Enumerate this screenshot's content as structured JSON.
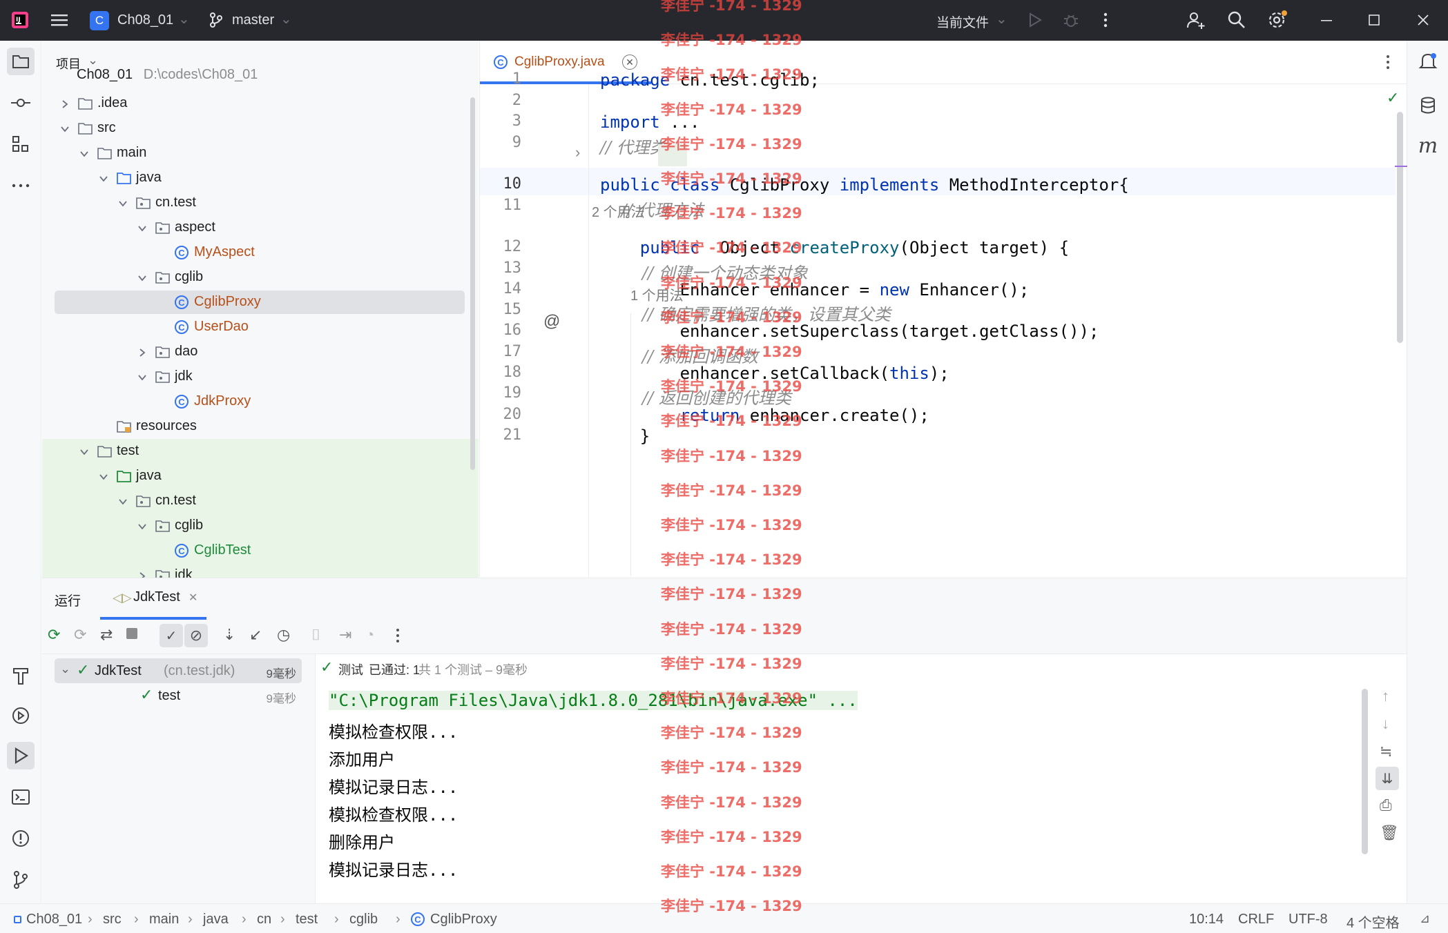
{
  "titlebar": {
    "project_name": "Ch08_01",
    "project_badge": "C",
    "branch": "master",
    "run_config": "当前文件"
  },
  "project_panel": {
    "title": "项目",
    "root_label": "Ch08_01",
    "root_path": "D:\\codes\\Ch08_01",
    "items": [
      {
        "label": ".idea",
        "level": 1,
        "kind": "folder",
        "expanded": false
      },
      {
        "label": "src",
        "level": 1,
        "kind": "folder",
        "expanded": true
      },
      {
        "label": "main",
        "level": 2,
        "kind": "folder",
        "expanded": true
      },
      {
        "label": "java",
        "level": 3,
        "kind": "source-folder",
        "expanded": true
      },
      {
        "label": "cn.test",
        "level": 4,
        "kind": "package",
        "expanded": true
      },
      {
        "label": "aspect",
        "level": 5,
        "kind": "package",
        "expanded": true
      },
      {
        "label": "MyAspect",
        "level": 6,
        "kind": "class"
      },
      {
        "label": "cglib",
        "level": 5,
        "kind": "package",
        "expanded": true
      },
      {
        "label": "CglibProxy",
        "level": 6,
        "kind": "class",
        "selected": true
      },
      {
        "label": "UserDao",
        "level": 6,
        "kind": "class"
      },
      {
        "label": "dao",
        "level": 5,
        "kind": "package",
        "expanded": false
      },
      {
        "label": "jdk",
        "level": 5,
        "kind": "package",
        "expanded": true
      },
      {
        "label": "JdkProxy",
        "level": 6,
        "kind": "class"
      },
      {
        "label": "resources",
        "level": 3,
        "kind": "resources-folder"
      },
      {
        "label": "test",
        "level": 2,
        "kind": "folder",
        "expanded": true
      },
      {
        "label": "java",
        "level": 3,
        "kind": "test-folder",
        "expanded": true
      },
      {
        "label": "cn.test",
        "level": 4,
        "kind": "package",
        "expanded": true
      },
      {
        "label": "cglib",
        "level": 5,
        "kind": "package",
        "expanded": true
      },
      {
        "label": "CglibTest",
        "level": 6,
        "kind": "test-class"
      },
      {
        "label": "jdk",
        "level": 5,
        "kind": "package",
        "expanded": false
      }
    ]
  },
  "editor": {
    "tab_label": "CglibProxy.java",
    "lines": [
      {
        "no": "1",
        "tokens": [
          {
            "t": "package",
            "c": "kw"
          },
          {
            "t": " cn.test.cglib;",
            "c": "plain"
          }
        ]
      },
      {
        "no": "2",
        "tokens": []
      },
      {
        "no": "3",
        "tokens": [
          {
            "t": "import",
            "c": "kw"
          },
          {
            "t": " ...",
            "c": "plain"
          }
        ]
      },
      {
        "no": "9",
        "tokens": [
          {
            "t": "// 代理类",
            "c": "cm"
          }
        ]
      },
      {
        "no": "10",
        "tokens": [
          {
            "t": "public class",
            "c": "kw"
          },
          {
            "t": " CglibProxy ",
            "c": "plain"
          },
          {
            "t": "implements",
            "c": "kw"
          },
          {
            "t": " MethodInterceptor{",
            "c": "plain"
          }
        ]
      },
      {
        "no": "11",
        "tokens": [
          {
            "t": "    // 代理方法",
            "c": "cm"
          }
        ]
      },
      {
        "no": "12",
        "tokens": [
          {
            "t": "    public",
            "c": "kw"
          },
          {
            "t": "  Object ",
            "c": "plain"
          },
          {
            "t": "createProxy",
            "c": "fn"
          },
          {
            "t": "(Object target) {",
            "c": "plain"
          }
        ]
      },
      {
        "no": "13",
        "tokens": [
          {
            "t": "        // 创建一个动态类对象",
            "c": "cm"
          }
        ]
      },
      {
        "no": "14",
        "tokens": [
          {
            "t": "        Enhancer enhancer = ",
            "c": "plain"
          },
          {
            "t": "new",
            "c": "kw"
          },
          {
            "t": " Enhancer();",
            "c": "plain"
          }
        ]
      },
      {
        "no": "15",
        "tokens": [
          {
            "t": "        // 确定需要增强的类，设置其父类",
            "c": "cm"
          }
        ]
      },
      {
        "no": "16",
        "tokens": [
          {
            "t": "        enhancer.setSuperclass(target.getClass());",
            "c": "plain"
          }
        ]
      },
      {
        "no": "17",
        "tokens": [
          {
            "t": "        // 添加回调函数",
            "c": "cm"
          }
        ]
      },
      {
        "no": "18",
        "tokens": [
          {
            "t": "        enhancer.setCallback(",
            "c": "plain"
          },
          {
            "t": "this",
            "c": "kw"
          },
          {
            "t": ");",
            "c": "plain"
          }
        ]
      },
      {
        "no": "19",
        "tokens": [
          {
            "t": "        // 返回创建的代理类",
            "c": "cm"
          }
        ]
      },
      {
        "no": "20",
        "tokens": [
          {
            "t": "        ",
            "c": "plain"
          },
          {
            "t": "return",
            "c": "kw"
          },
          {
            "t": " enhancer.create();",
            "c": "plain"
          }
        ]
      },
      {
        "no": "21",
        "tokens": [
          {
            "t": "    }",
            "c": "plain"
          }
        ]
      }
    ],
    "usage_hint_class": "2 个用法",
    "usage_hint_method": "1 个用法"
  },
  "run_panel": {
    "title": "运行",
    "tab_label": "JdkTest",
    "status": {
      "prefix": "测试",
      "passed": "已通过: 1",
      "total": "共 1 个测试 – 9毫秒"
    },
    "tests": [
      {
        "name": "JdkTest",
        "detail": "(cn.test.jdk)",
        "time": "9毫秒"
      },
      {
        "name": "test",
        "detail": "",
        "time": "9毫秒"
      }
    ],
    "console": [
      "\"C:\\Program Files\\Java\\jdk1.8.0_281\\bin\\java.exe\" ...",
      "模拟检查权限...",
      "添加用户",
      "模拟记录日志...",
      "模拟检查权限...",
      "删除用户",
      "模拟记录日志..."
    ]
  },
  "statusbar": {
    "breadcrumbs": [
      "Ch08_01",
      "src",
      "main",
      "java",
      "cn",
      "test",
      "cglib",
      "CglibProxy"
    ],
    "position": "10:14",
    "line_ending": "CRLF",
    "encoding": "UTF-8",
    "indent": "4 个空格"
  },
  "watermark": {
    "text": "李佳宁 -174 - 1329"
  },
  "colors": {
    "accent": "#3574f0",
    "titlebar_bg": "#27282e",
    "success": "#208a3c",
    "watermark": "#e8463f"
  }
}
